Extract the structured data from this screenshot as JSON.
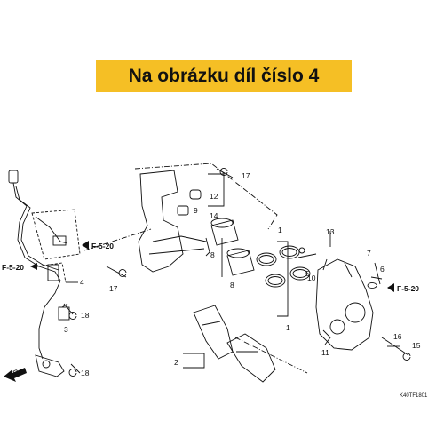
{
  "banner": {
    "text": "Na obrázku díl číslo 4"
  },
  "callouts": {
    "n1a": "1",
    "n1b": "1",
    "n2": "2",
    "n3": "3",
    "n4": "4",
    "n5": "5",
    "n6": "6",
    "n7": "7",
    "n8a": "8",
    "n8b": "8",
    "n9": "9",
    "n10": "10",
    "n11": "11",
    "n12": "12",
    "n13": "13",
    "n14": "14",
    "n15": "15",
    "n16": "16",
    "n17a": "17",
    "n17b": "17",
    "n18a": "18",
    "n18b": "18"
  },
  "refs": {
    "ref_top": "F-5-20",
    "ref_left": "F-5-20",
    "ref_right": "F-5-20"
  },
  "front_label": "FR.",
  "drawing_code": "K40TF1801",
  "colors": {
    "banner": "#f5bf25",
    "line": "#111111"
  }
}
